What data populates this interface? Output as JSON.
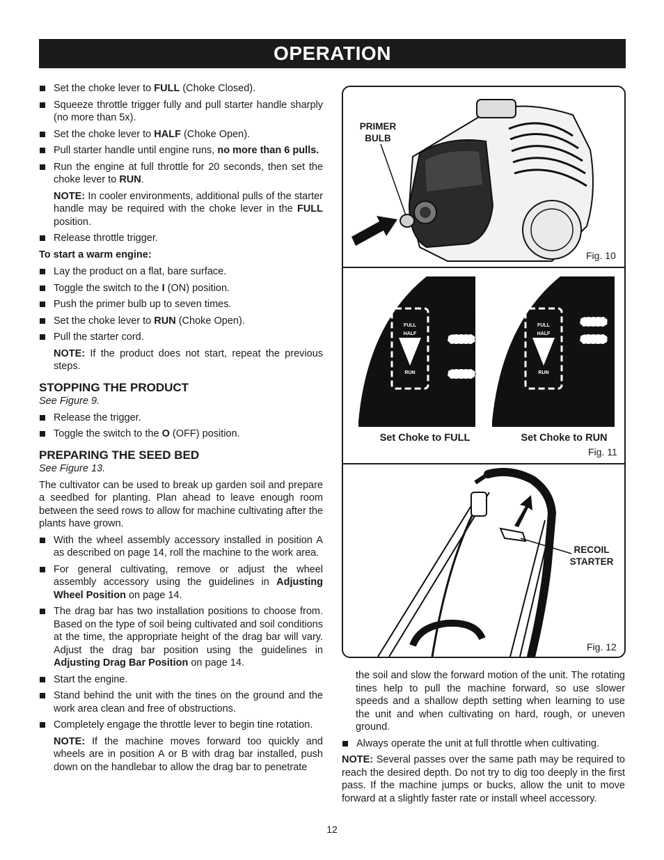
{
  "header": {
    "title": "OPERATION"
  },
  "left": {
    "b1": {
      "a": "Set the choke lever to ",
      "b": "FULL",
      "c": " (Choke Closed)."
    },
    "b2": "Squeeze throttle trigger fully and pull starter handle sharply (no more than 5x).",
    "b3": {
      "a": "Set the choke lever to ",
      "b": "HALF",
      "c": " (Choke Open)."
    },
    "b4": {
      "a": "Pull starter handle until engine runs, ",
      "b": "no more than 6 pulls."
    },
    "b5": {
      "a": "Run the engine at full throttle for 20 seconds, then set the choke lever to ",
      "b": "RUN",
      "c": "."
    },
    "note1": {
      "label": "NOTE:",
      "a": " In cooler environments, additional pulls of the starter handle may be required with the choke lever in the ",
      "b": "FULL",
      "c": " position."
    },
    "b6": "Release throttle trigger.",
    "warm_heading": "To start a warm engine:",
    "w1": "Lay the product on a flat, bare surface.",
    "w2": {
      "a": "Toggle the switch to the ",
      "b": "I",
      "c": " (ON) position."
    },
    "w3": "Push the primer bulb up to seven times.",
    "w4": {
      "a": "Set the choke lever to ",
      "b": "RUN",
      "c": " (Choke Open)."
    },
    "w5": "Pull the starter cord.",
    "note2": {
      "label": "NOTE:",
      "a": " If the product does not start, repeat the previous steps."
    },
    "stop_heading": "STOPPING THE PRODUCT",
    "stop_see": "See Figure 9.",
    "s1": "Release the trigger.",
    "s2": {
      "a": "Toggle the switch to the ",
      "b": "O",
      "c": " (OFF) position."
    },
    "prep_heading": "PREPARING THE SEED BED",
    "prep_see": "See Figure 13.",
    "prep_para": "The cultivator can be used to break up garden soil and prepare a seedbed for planting. Plan ahead to leave enough room between the seed rows to allow for machine cultivating after the plants have grown.",
    "p1": "With the wheel assembly accessory installed in position A as described on page 14, roll the machine to the work area.",
    "p2": {
      "a": "For general cultivating, remove or adjust the wheel assembly accessory using the guidelines in ",
      "b": "Adjusting Wheel Position",
      "c": " on page 14."
    },
    "p3": {
      "a": "The drag bar has two installation positions to choose from. Based on the type of soil being cultivated and soil conditions at the time, the appropriate height of the drag bar will vary. Adjust the drag bar position using the guidelines in ",
      "b": "Adjusting Drag Bar Position",
      "c": " on page 14."
    },
    "p4": "Start the engine.",
    "p5": "Stand behind the unit with the tines on the ground and the work area clean and free of obstructions.",
    "p6": "Completely engage the throttle lever to begin tine rotation.",
    "note3": {
      "label": "NOTE:",
      "a": " If the machine moves forward too quickly and wheels are in position A or B with drag bar installed, push down on the handlebar to allow the drag bar to penetrate"
    }
  },
  "figures": {
    "fig10": {
      "label_line1": "PRIMER",
      "label_line2": "BULB",
      "caption": "Fig. 10"
    },
    "fig11": {
      "gauge_full": "FULL",
      "gauge_half": "HALF",
      "gauge_run": "RUN",
      "left_caption": "Set Choke to FULL",
      "right_caption": "Set Choke to RUN",
      "caption": "Fig. 11"
    },
    "fig12": {
      "label_line1": "RECOIL",
      "label_line2": "STARTER",
      "caption": "Fig. 12"
    }
  },
  "right": {
    "cont": "the soil and slow the forward motion of the unit. The rotating tines help to pull the machine forward, so use slower speeds and a shallow depth setting when learning to use the unit and when cultivating on hard, rough, or uneven ground.",
    "r1": "Always operate the unit at full throttle when cultivating.",
    "note": {
      "label": "NOTE:",
      "a": " Several passes over the same path may be required to reach the desired depth. Do not try to dig too deeply in the first pass. If the machine jumps or bucks, allow the unit to move forward at a slightly faster rate or install wheel accessory."
    }
  },
  "footer": {
    "page_number": "12"
  }
}
